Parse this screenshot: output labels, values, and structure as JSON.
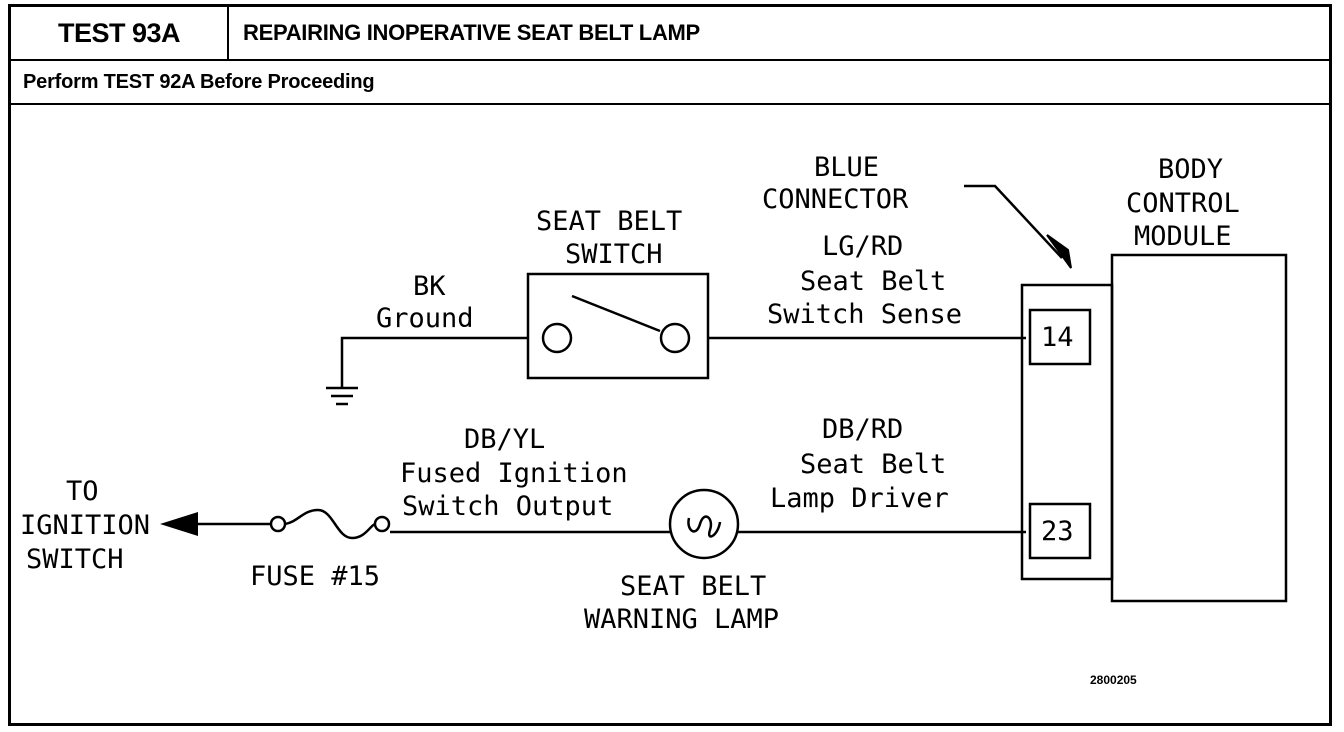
{
  "header": {
    "test_id": "TEST 93A",
    "title": "REPAIRING INOPERATIVE SEAT BELT LAMP",
    "instruction": "Perform TEST 92A Before Proceeding"
  },
  "diagram": {
    "blue_connector": [
      "BLUE",
      "CONNECTOR"
    ],
    "bcm": [
      "BODY",
      "CONTROL",
      "MODULE"
    ],
    "seat_belt_switch": [
      "SEAT BELT",
      "SWITCH"
    ],
    "ground_wire": [
      "BK",
      "Ground"
    ],
    "sense_wire": [
      "LG/RD",
      "Seat Belt",
      "Switch Sense"
    ],
    "pin_14": "14",
    "pin_23": "23",
    "ignition_wire": [
      "DB/YL",
      "Fused Ignition",
      "Switch Output"
    ],
    "driver_wire": [
      "DB/RD",
      "Seat Belt",
      "Lamp Driver"
    ],
    "to_ignition": [
      "TO",
      "IGNITION",
      "SWITCH"
    ],
    "fuse": "FUSE #15",
    "lamp": [
      "SEAT BELT",
      "WARNING LAMP"
    ],
    "figure_code": "2800205"
  }
}
